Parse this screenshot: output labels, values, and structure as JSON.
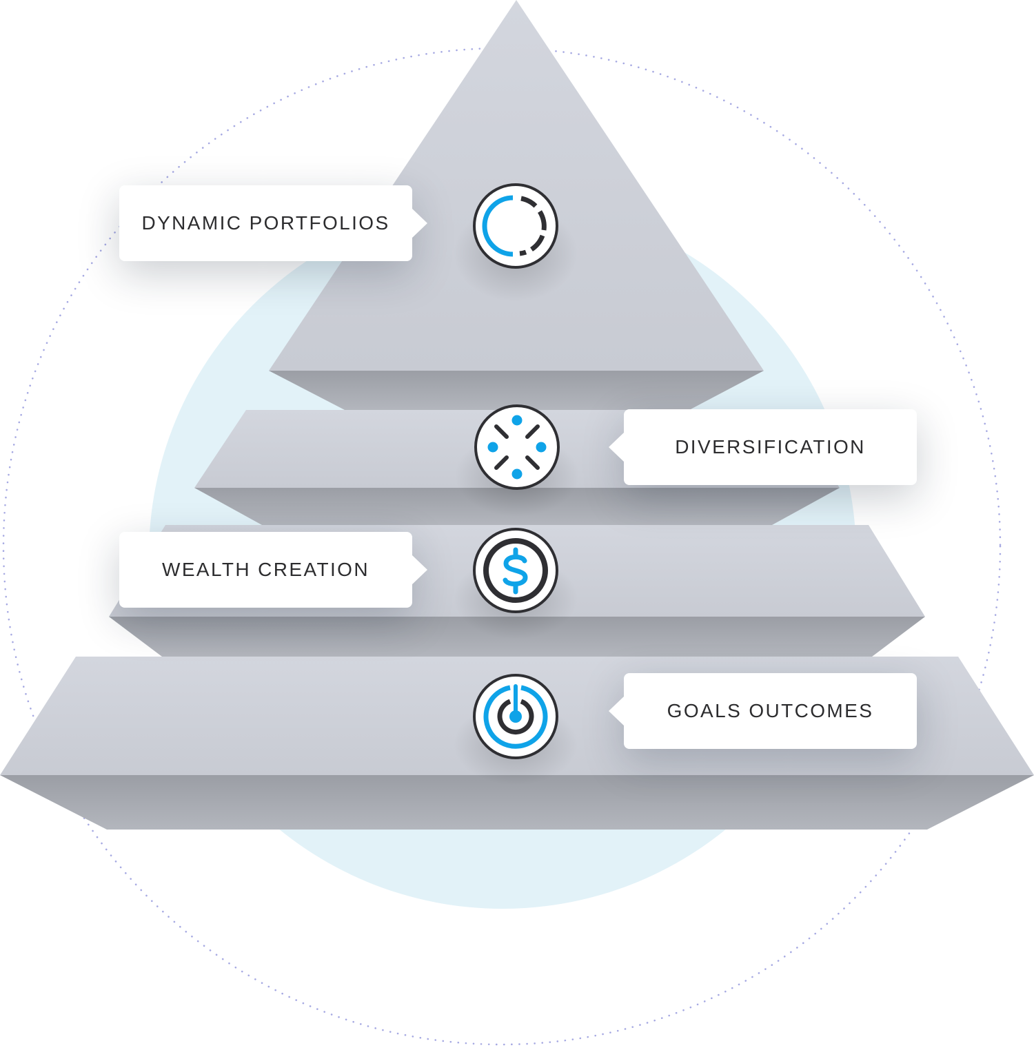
{
  "diagram": {
    "tiers": [
      {
        "label": "DYNAMIC PORTFOLIOS",
        "icon": "dynamic-portfolio-icon"
      },
      {
        "label": "DIVERSIFICATION",
        "icon": "diversification-icon"
      },
      {
        "label": "WEALTH CREATION",
        "icon": "dollar-icon"
      },
      {
        "label": "GOALS OUTCOMES",
        "icon": "target-icon"
      }
    ],
    "colors": {
      "accent": "#0fa3e8",
      "dark": "#2f2f33",
      "pyramid_face": "#d0d3db",
      "pyramid_side": "#a7aab1",
      "background_disc": "#e2f2f8",
      "dotted_ring": "#a6a9e2"
    }
  }
}
